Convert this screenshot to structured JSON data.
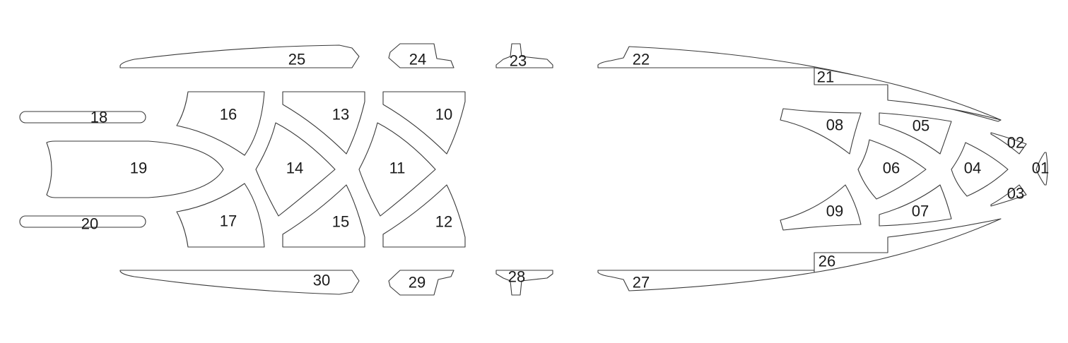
{
  "pieces": [
    {
      "id": "01",
      "label": "01"
    },
    {
      "id": "02",
      "label": "02"
    },
    {
      "id": "03",
      "label": "03"
    },
    {
      "id": "04",
      "label": "04"
    },
    {
      "id": "05",
      "label": "05"
    },
    {
      "id": "06",
      "label": "06"
    },
    {
      "id": "07",
      "label": "07"
    },
    {
      "id": "08",
      "label": "08"
    },
    {
      "id": "09",
      "label": "09"
    },
    {
      "id": "10",
      "label": "10"
    },
    {
      "id": "11",
      "label": "11"
    },
    {
      "id": "12",
      "label": "12"
    },
    {
      "id": "13",
      "label": "13"
    },
    {
      "id": "14",
      "label": "14"
    },
    {
      "id": "15",
      "label": "15"
    },
    {
      "id": "16",
      "label": "16"
    },
    {
      "id": "17",
      "label": "17"
    },
    {
      "id": "18",
      "label": "18"
    },
    {
      "id": "19",
      "label": "19"
    },
    {
      "id": "20",
      "label": "20"
    },
    {
      "id": "21",
      "label": "21"
    },
    {
      "id": "22",
      "label": "22"
    },
    {
      "id": "23",
      "label": "23"
    },
    {
      "id": "24",
      "label": "24"
    },
    {
      "id": "25",
      "label": "25"
    },
    {
      "id": "26",
      "label": "26"
    },
    {
      "id": "27",
      "label": "27"
    },
    {
      "id": "28",
      "label": "28"
    },
    {
      "id": "29",
      "label": "29"
    },
    {
      "id": "30",
      "label": "30"
    }
  ],
  "colors": {
    "outline": "#3a3a3a",
    "fill": "#ffffff",
    "text": "#1a1a1a"
  }
}
